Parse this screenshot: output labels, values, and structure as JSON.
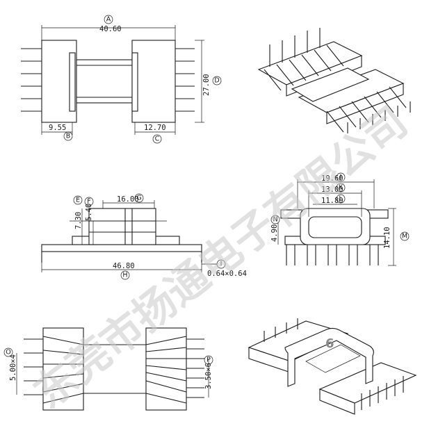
{
  "labels": {
    "A": "A",
    "B": "B",
    "C": "C",
    "D": "D",
    "E": "E",
    "F": "F",
    "G": "G",
    "H": "H",
    "I": "I",
    "J": "J",
    "K": "K",
    "L": "L",
    "M": "M",
    "N": "N",
    "O": "O",
    "P": "P"
  },
  "dims": {
    "A": "40.60",
    "B": "9.55",
    "C": "12.70",
    "D": "27.00",
    "E": "7.30",
    "F": "5.40",
    "G": "16.00",
    "H": "46.80",
    "I": "0.64×0.64",
    "J": "19.60",
    "K": "13.00",
    "L": "11.80",
    "M": "14.10",
    "N": "4.90",
    "O": "5.00×4",
    "P": "3.50×6"
  },
  "page_number": "6",
  "watermark": "东莞市扬通电子有限公司"
}
